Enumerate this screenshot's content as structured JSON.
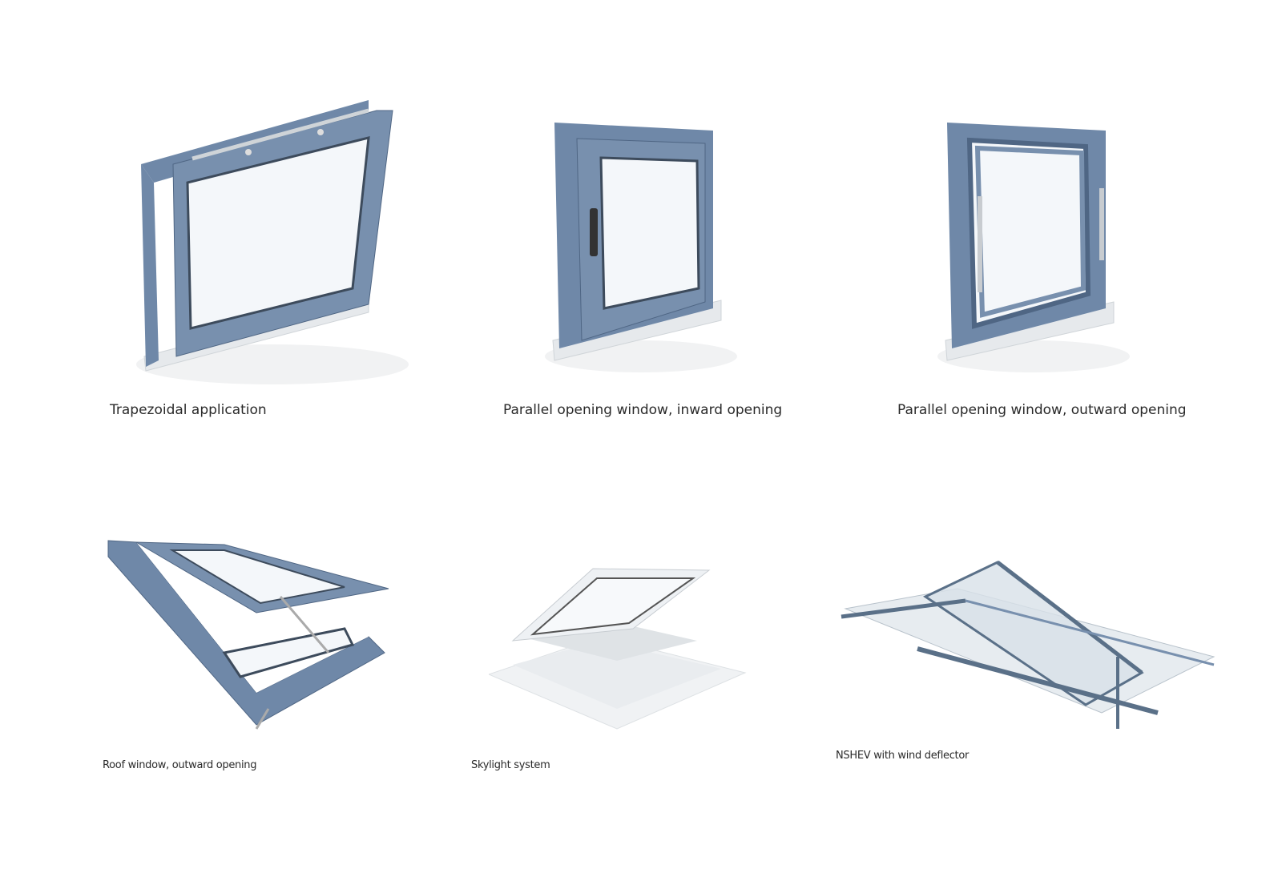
{
  "products": [
    {
      "caption": "Trapezoidal application"
    },
    {
      "caption": "Parallel opening window, inward opening"
    },
    {
      "caption": "Parallel opening window, outward opening"
    },
    {
      "caption": "Roof window, outward opening"
    },
    {
      "caption": "Skylight system"
    },
    {
      "caption": "NSHEV with wind deflector"
    }
  ],
  "colors": {
    "frame": "#6f88a8",
    "frame_dark": "#4f6684",
    "glass": "#f4f7fa",
    "sill": "#e6e9ec"
  }
}
